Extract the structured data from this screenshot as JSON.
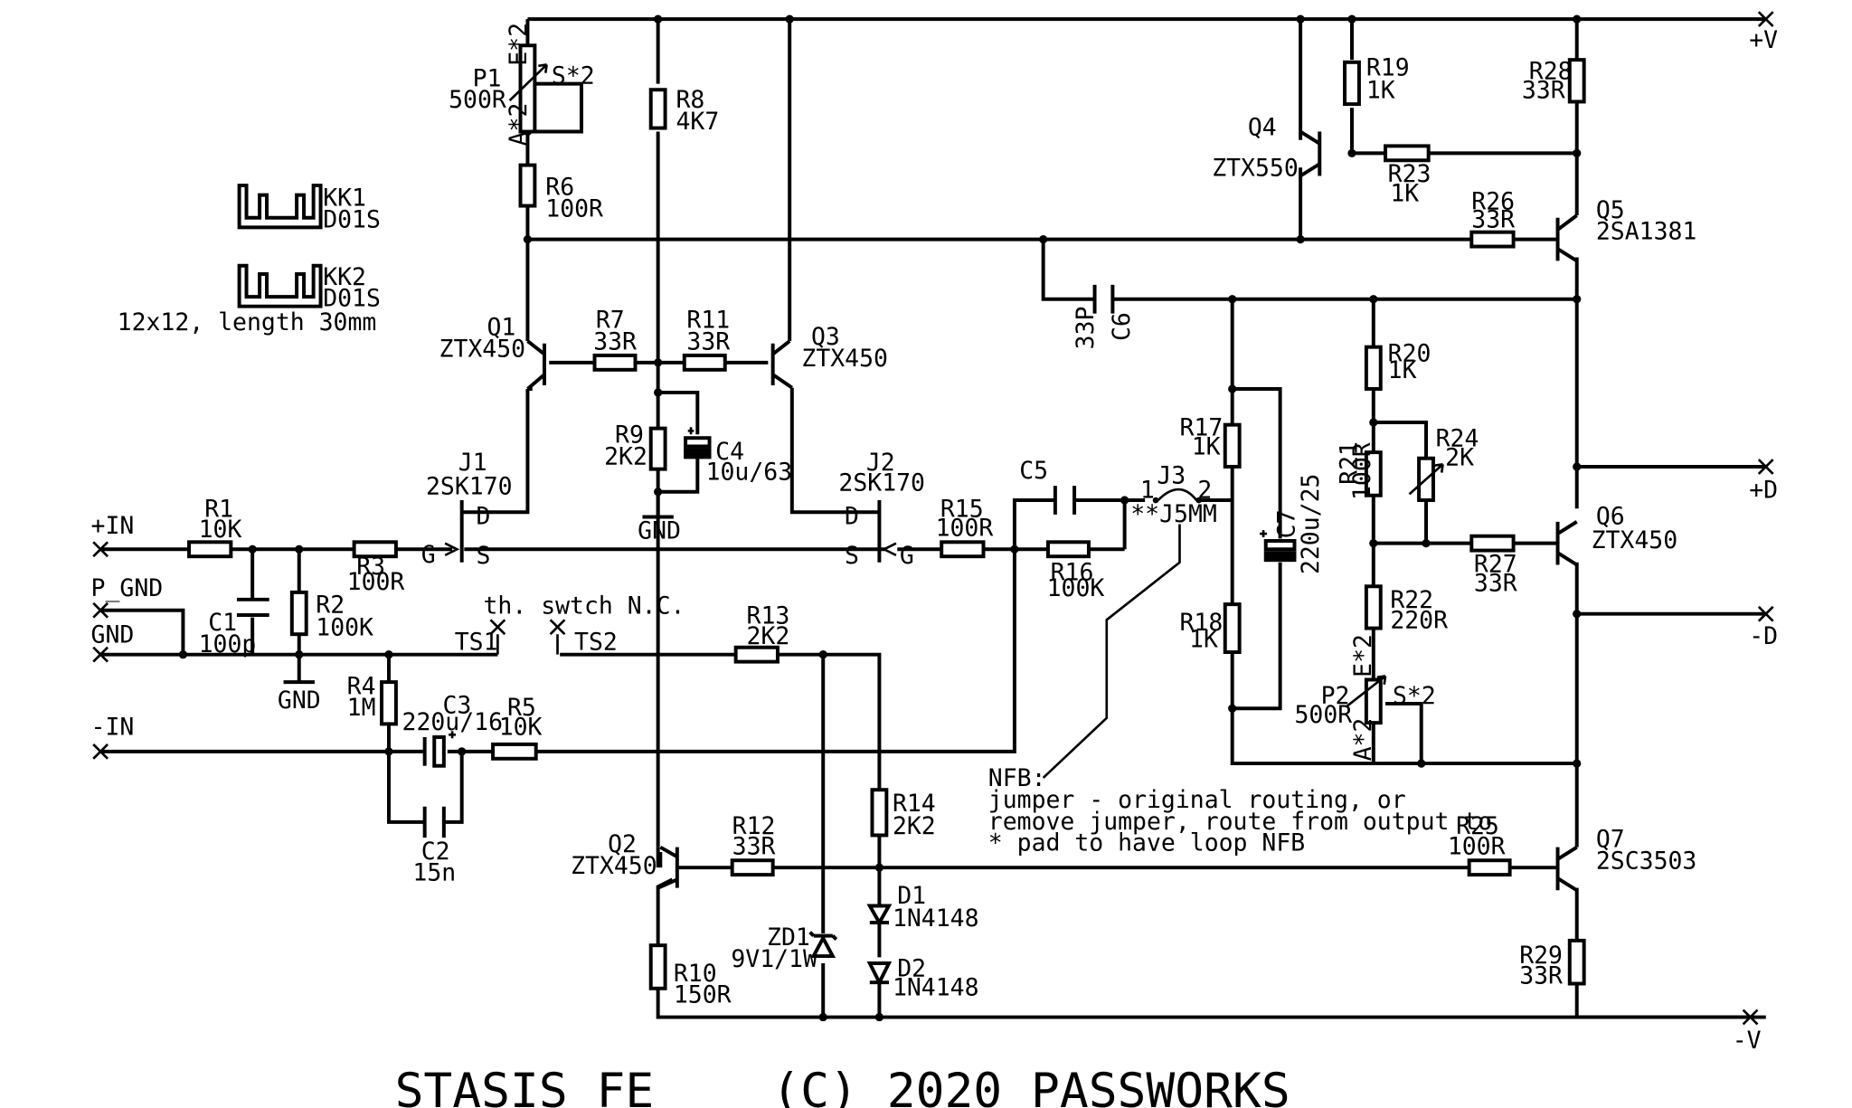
{
  "title": {
    "left": "STASIS FE",
    "right": "(C) 2020 PASSWORKS"
  },
  "ports": {
    "pin": "+IN",
    "pgnd": "P_GND",
    "gnd": "GND",
    "nin": "-IN",
    "pv": "+V",
    "nv": "-V",
    "pd": "+D",
    "nd": "-D"
  },
  "heatsinks": {
    "kk1_ref": "KK1",
    "kk1_val": "D01S",
    "kk2_ref": "KK2",
    "kk2_val": "D01S",
    "note": "12x12, length 30mm"
  },
  "components": {
    "R1": {
      "ref": "R1",
      "val": "10K"
    },
    "R2": {
      "ref": "R2",
      "val": "100K"
    },
    "R3": {
      "ref": "R3",
      "val": "100R"
    },
    "R4": {
      "ref": "R4",
      "val": "1M"
    },
    "R5": {
      "ref": "R5",
      "val": "10K"
    },
    "R6": {
      "ref": "R6",
      "val": "100R"
    },
    "R7": {
      "ref": "R7",
      "val": "33R"
    },
    "R8": {
      "ref": "R8",
      "val": "4K7"
    },
    "R9": {
      "ref": "R9",
      "val": "2K2"
    },
    "R10": {
      "ref": "R10",
      "val": "150R"
    },
    "R11": {
      "ref": "R11",
      "val": "33R"
    },
    "R12": {
      "ref": "R12",
      "val": "33R"
    },
    "R13": {
      "ref": "R13",
      "val": "2K2"
    },
    "R14": {
      "ref": "R14",
      "val": "2K2"
    },
    "R15": {
      "ref": "R15",
      "val": "100R"
    },
    "R16": {
      "ref": "R16",
      "val": "100K"
    },
    "R17": {
      "ref": "R17",
      "val": "1K"
    },
    "R18": {
      "ref": "R18",
      "val": "1K"
    },
    "R19": {
      "ref": "R19",
      "val": "1K"
    },
    "R20": {
      "ref": "R20",
      "val": "1K"
    },
    "R21": {
      "ref": "R21",
      "val": "100R"
    },
    "R22": {
      "ref": "R22",
      "val": "220R"
    },
    "R23": {
      "ref": "R23",
      "val": "1K"
    },
    "R24": {
      "ref": "R24",
      "val": "2K"
    },
    "R25": {
      "ref": "R25",
      "val": "100R"
    },
    "R26": {
      "ref": "R26",
      "val": "33R"
    },
    "R27": {
      "ref": "R27",
      "val": "33R"
    },
    "R28": {
      "ref": "R28",
      "val": "33R"
    },
    "R29": {
      "ref": "R29",
      "val": "33R"
    },
    "C1": {
      "ref": "C1",
      "val": "100p"
    },
    "C2": {
      "ref": "C2",
      "val": "15n"
    },
    "C3": {
      "ref": "C3",
      "val": "220u/16"
    },
    "C4": {
      "ref": "C4",
      "val": "10u/63"
    },
    "C5": {
      "ref": "C5",
      "val": ""
    },
    "C6": {
      "ref": "C6",
      "val": "33P"
    },
    "C7": {
      "ref": "C7",
      "val": "220u/25"
    },
    "P1": {
      "ref": "P1",
      "val": "500R",
      "pin_e": "E*2",
      "pin_s": "S*2",
      "pin_a": "A*2"
    },
    "P2": {
      "ref": "P2",
      "val": "500R",
      "pin_e": "E*2",
      "pin_s": "S*2",
      "pin_a": "A*2"
    },
    "Q1": {
      "ref": "Q1",
      "val": "ZTX450"
    },
    "Q2": {
      "ref": "Q2",
      "val": "ZTX450"
    },
    "Q3": {
      "ref": "Q3",
      "val": "ZTX450"
    },
    "Q4": {
      "ref": "Q4",
      "val": "ZTX550"
    },
    "Q5": {
      "ref": "Q5",
      "val": "2SA1381"
    },
    "Q6": {
      "ref": "Q6",
      "val": "ZTX450"
    },
    "Q7": {
      "ref": "Q7",
      "val": "2SC3503"
    },
    "J1": {
      "ref": "J1",
      "val": "2SK170",
      "d": "D",
      "g": "G",
      "s": "S"
    },
    "J2": {
      "ref": "J2",
      "val": "2SK170",
      "d": "D",
      "g": "G",
      "s": "S"
    },
    "J3": {
      "ref": "J3",
      "val": "**J5MM",
      "pin1": "1",
      "pin2": "2"
    },
    "D1": {
      "ref": "D1",
      "val": "1N4148"
    },
    "D2": {
      "ref": "D2",
      "val": "1N4148"
    },
    "ZD1": {
      "ref": "ZD1",
      "val": "9V1/1W"
    },
    "TS1": {
      "ref": "TS1"
    },
    "TS2": {
      "ref": "TS2"
    },
    "ts_note": "th. swtch N.C.",
    "gnd1": "GND",
    "gnd2": "GND"
  },
  "nfb_note": [
    "NFB:",
    "jumper - original routing, or",
    "remove jumper, route from output to",
    "* pad to have loop NFB"
  ]
}
